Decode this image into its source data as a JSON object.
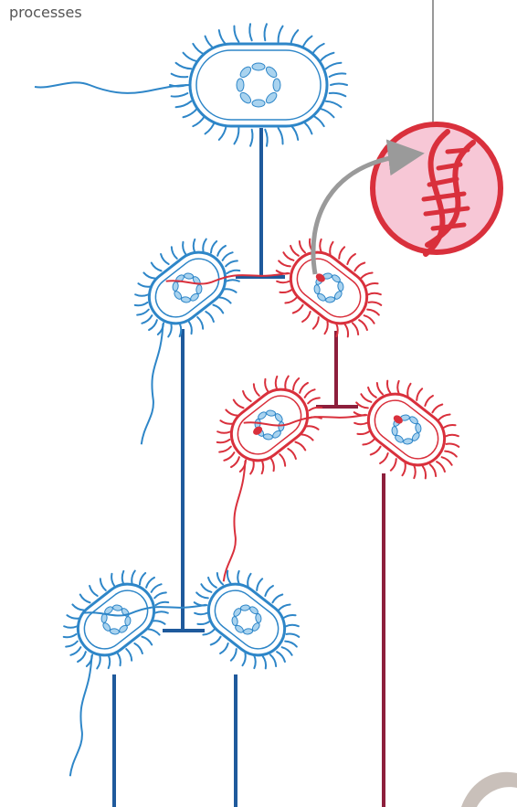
{
  "caption": {
    "text": "processes"
  },
  "colors": {
    "blue": "#2e86c8",
    "blue_dark": "#1f5a9c",
    "red": "#d9303c",
    "red_dark": "#8d1f3c",
    "dna_fill": "#a9d3ef",
    "zoom_fill": "#f7c7d6",
    "arrow_gray": "#9a9a9a",
    "pointer_line": "#777777"
  },
  "icons": {
    "bacterium": "bacterium-icon",
    "dna_helix": "dna-helix-icon",
    "mutation_marker": "mutation-marker-icon"
  },
  "tree": {
    "root": {
      "state": "original"
    },
    "gen1": [
      {
        "state": "original"
      },
      {
        "state": "mutated"
      }
    ],
    "gen2_mutated": [
      {
        "state": "mutated"
      },
      {
        "state": "mutated"
      }
    ],
    "gen2_original": [
      {
        "state": "original"
      },
      {
        "state": "original"
      }
    ]
  }
}
